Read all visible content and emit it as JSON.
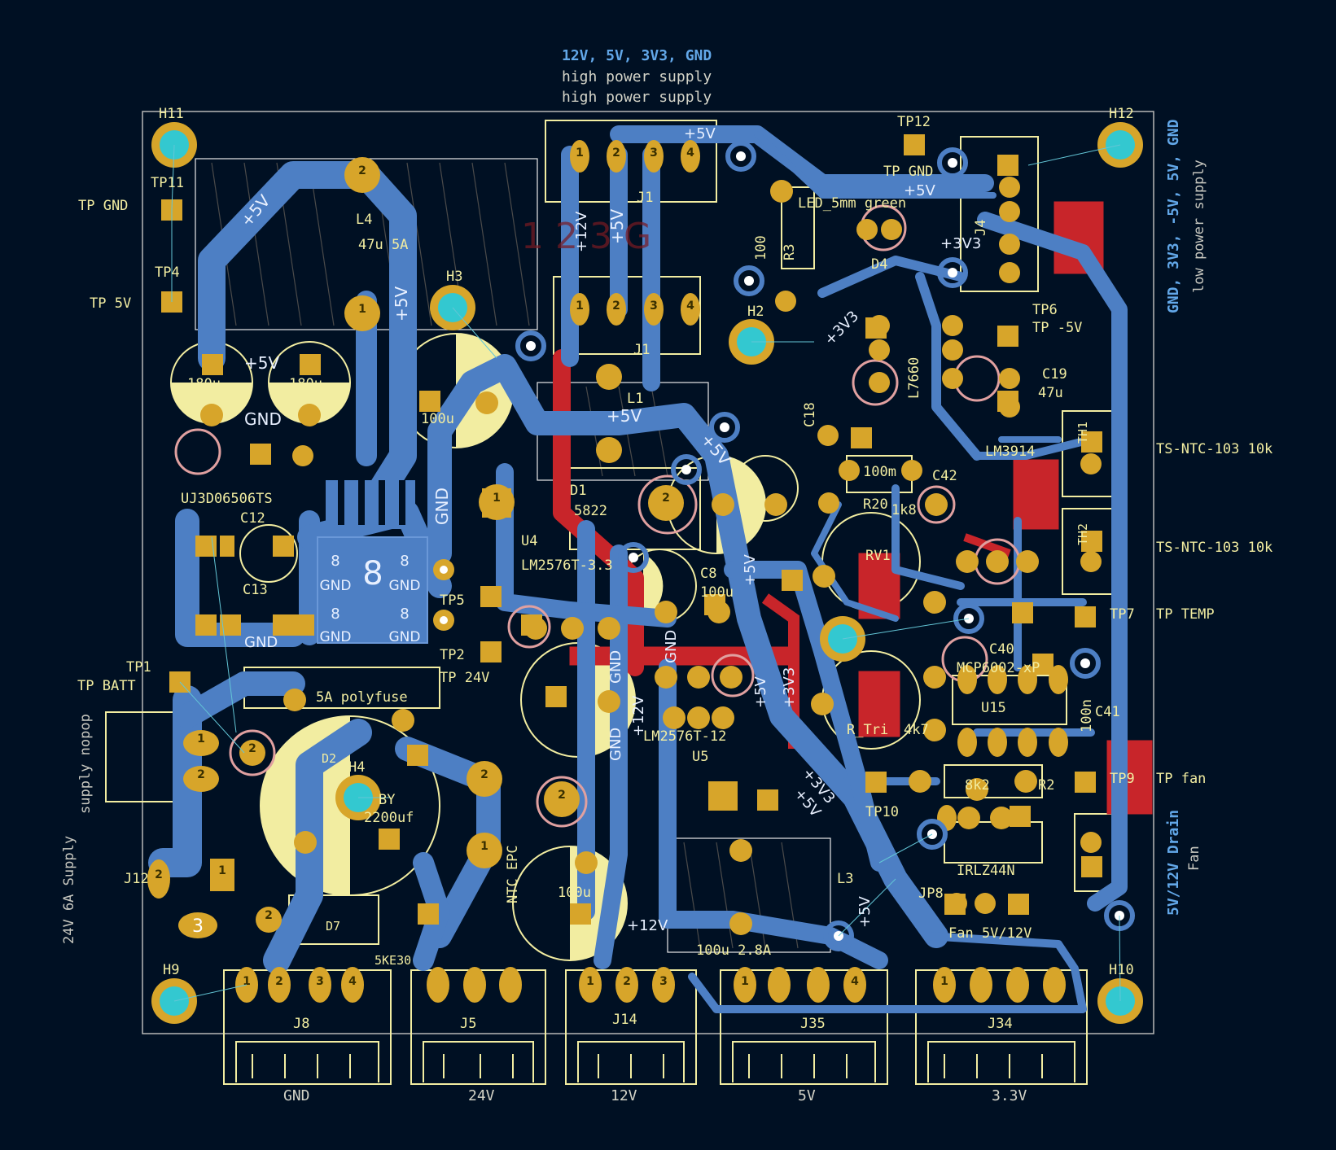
{
  "top_labels": {
    "rails": "12V, 5V, 3V3, GND",
    "line1": "high power supply",
    "line2": "high power supply"
  },
  "right_labels": {
    "rails": "GND, 3V3, -5V, 5V, GND",
    "sub": "low power supply",
    "fan_title": "5V/12V Drain",
    "fan_sub": "Fan"
  },
  "left_labels": {
    "supply": "24V 6A Supply",
    "nopop": "supply nopop"
  },
  "bottom_labels": [
    "GND",
    "24V",
    "12V",
    "5V",
    "3.3V"
  ],
  "connectors_bottom": [
    "J8",
    "J5",
    "J14",
    "J35",
    "J34"
  ],
  "mounting_holes": [
    "H11",
    "H12",
    "H9",
    "H10",
    "H3",
    "H2",
    "H4"
  ],
  "test_points": [
    {
      "ref": "TP11",
      "label": "TP GND"
    },
    {
      "ref": "TP4",
      "label": "TP 5V"
    },
    {
      "ref": "TP1",
      "label": "TP BATT"
    },
    {
      "ref": "TP12",
      "label": "TP GND"
    },
    {
      "ref": "TP6",
      "label": "TP -5V"
    },
    {
      "ref": "TP7",
      "label": "TP TEMP"
    },
    {
      "ref": "TP9",
      "label": "TP fan"
    },
    {
      "ref": "TP5",
      "label": ""
    },
    {
      "ref": "TP2",
      "label": "TP 24V"
    },
    {
      "ref": "TP10",
      "label": ""
    }
  ],
  "components": {
    "L4": "L4",
    "L4_val": "47u 5A",
    "C_180a": "180u",
    "C_180b": "180u",
    "D3": "UJ3D06506TS",
    "C12": "C12",
    "C13": "C13",
    "polyfuse": "5A polyfuse",
    "D2": "D2",
    "BY": "BY",
    "cap2200": "2200uf",
    "J12": "J12",
    "D7": "D7",
    "SKE": "5KE30",
    "NTC": "NTC EPC",
    "U4": "U4",
    "LM2576": "LM2576T-3.3",
    "D1": "D1",
    "D1_val": "5822",
    "C8": "C8",
    "C8_val": "100u",
    "L1": "L1",
    "J1": "J1",
    "LED": "LED_5mm green",
    "R3": "R3",
    "R3_val": "100",
    "D4": "D4",
    "L7660": "L7660",
    "C18": "C18",
    "C19": "C19",
    "C19_val": "47u",
    "R20": "R20",
    "R20_val": "1k8",
    "R100m": "100m",
    "C42": "C42",
    "RV1": "RV1",
    "R_tri": "R_Tri",
    "R_4k7": "4k7",
    "MCP": "MCP6002-xP",
    "U15": "U15",
    "C41": "C41",
    "C41_val": "100n",
    "C40": "C40",
    "R8k2": "8k2",
    "R2": "R2",
    "IRLZ": "IRLZ44N",
    "JP8": "JP8",
    "JP8_label": "Fan 5V/12V",
    "L3": "L3",
    "L3_val": "100u 2.8A",
    "LM2576_12": "LM2576T-12",
    "U5": "U5",
    "cap100": "100u",
    "TS1": "TS-NTC-103 10k",
    "TS2": "TS-NTC-103 10k",
    "TH1": "TH1",
    "TH2": "TH2",
    "J4": "J4",
    "LM3914": "LM3914"
  },
  "nets": {
    "p5": "+5V",
    "p12": "+12V",
    "p33": "+3V3",
    "gnd": "GND"
  },
  "colors": {
    "background": "#001023",
    "copper_front": "#4d7fc4",
    "pad": "#d7a52a",
    "silkscreen": "#f2eda1",
    "copper_red": "#c8252a",
    "via_ring": "#e0a0a0",
    "hole": "#33c8d0"
  }
}
